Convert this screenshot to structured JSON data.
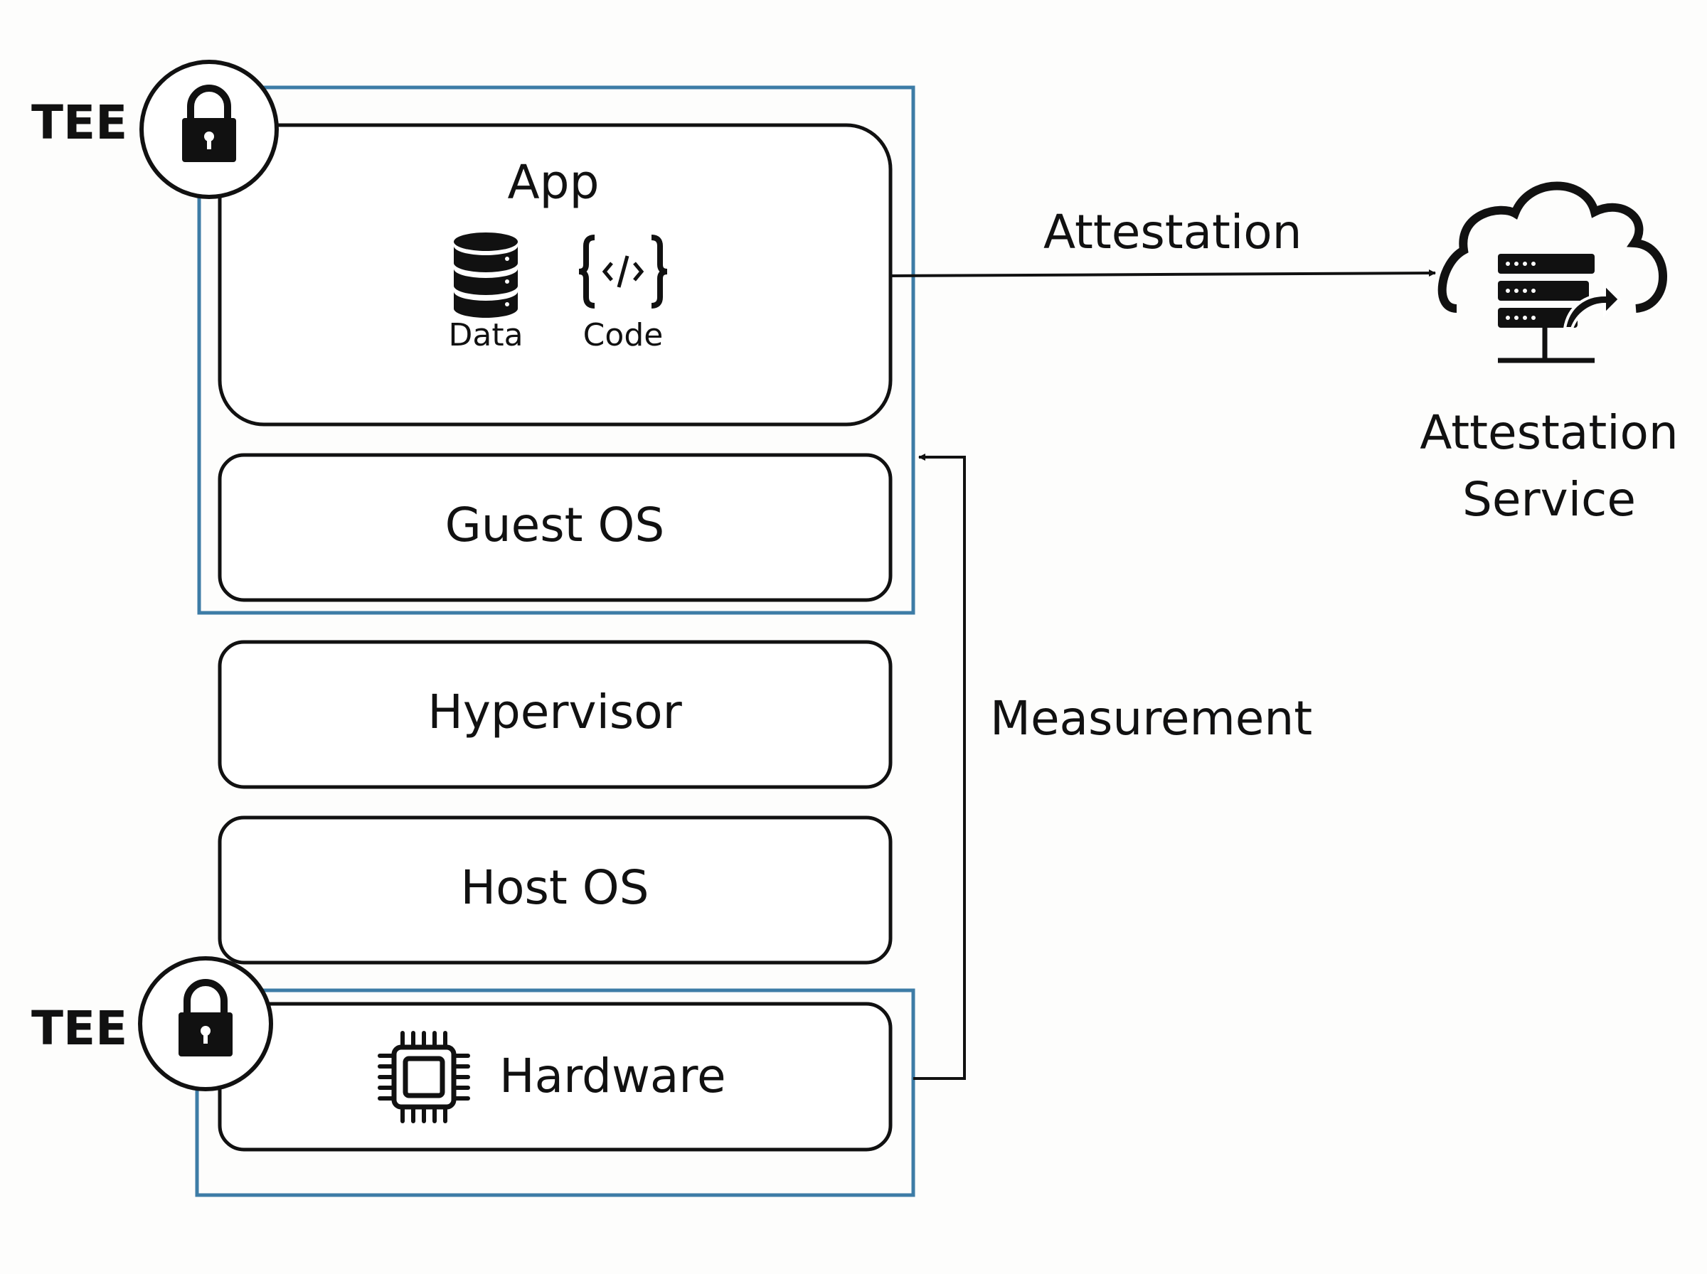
{
  "diagram": {
    "tee_labels": [
      "TEE",
      "TEE"
    ],
    "layers": {
      "app": {
        "title": "App",
        "items": [
          {
            "label": "Data",
            "icon": "database-icon"
          },
          {
            "label": "Code",
            "icon": "code-icon"
          }
        ]
      },
      "guest_os": "Guest OS",
      "hypervisor": "Hypervisor",
      "host_os": "Host OS",
      "hardware": {
        "label": "Hardware",
        "icon": "cpu-chip-icon"
      }
    },
    "edges": {
      "attestation": "Attestation",
      "measurement": "Measurement"
    },
    "service": {
      "line1": "Attestation",
      "line2": "Service",
      "icon": "cloud-server-icon"
    },
    "colors": {
      "tee_border": "#3d7ca6",
      "stroke": "#111111",
      "background": "#fdfdfc"
    }
  }
}
